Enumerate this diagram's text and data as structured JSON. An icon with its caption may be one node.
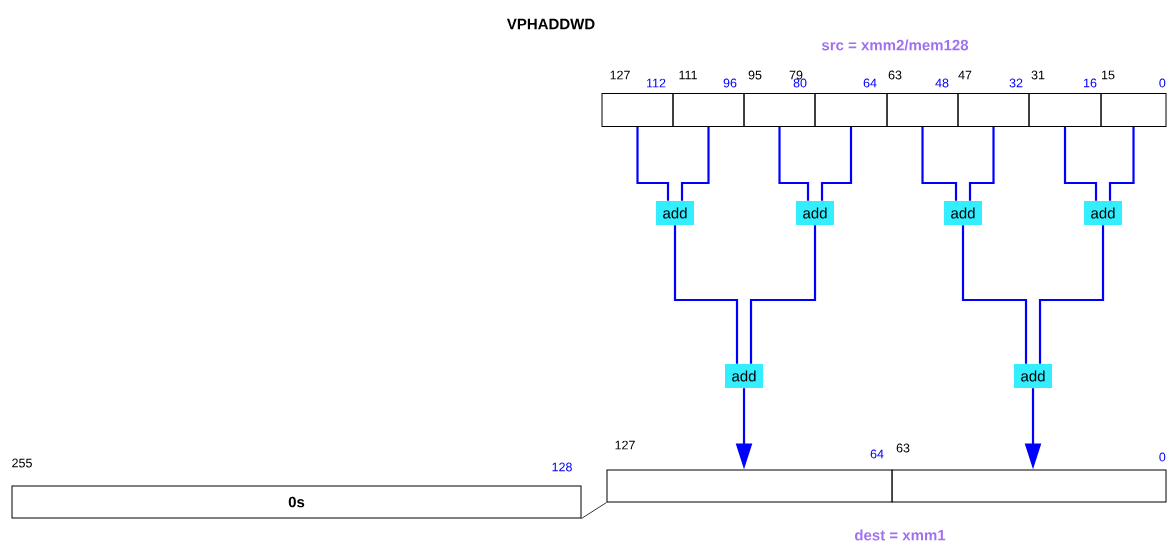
{
  "diagram": {
    "title": "VPHADDWD",
    "nodes": [
      {
        "text": [],
        "shape": "box"
      },
      {
        "text": [],
        "shape": "box"
      },
      {
        "text": [],
        "shape": "box"
      },
      {
        "text": [],
        "shape": "box"
      },
      {
        "text": [],
        "shape": "box"
      },
      {
        "text": [],
        "shape": "box"
      },
      {
        "text": [],
        "shape": "box"
      },
      {
        "text": [],
        "shape": "box"
      },
      {
        "text": [
          "add"
        ]
      },
      {
        "text": [
          "add"
        ]
      },
      {
        "text": [
          "add"
        ]
      },
      {
        "text": [
          "add"
        ]
      },
      {
        "text": [
          "add"
        ]
      },
      {
        "text": [
          "add"
        ]
      },
      {
        "text": [],
        "shape": "box"
      },
      {
        "text": [],
        "shape": "box"
      },
      {
        "text": [
          "0s"
        ]
      }
    ],
    "edges": [
      {
        "from": 0,
        "to": 8,
        "arrow": "none"
      },
      {
        "from": 1,
        "to": 8,
        "arrow": "none"
      },
      {
        "from": 2,
        "to": 9,
        "arrow": "none"
      },
      {
        "from": 3,
        "to": 9,
        "arrow": "none"
      },
      {
        "from": 4,
        "to": 10,
        "arrow": "none"
      },
      {
        "from": 5,
        "to": 10,
        "arrow": "none"
      },
      {
        "from": 6,
        "to": 11,
        "arrow": "none"
      },
      {
        "from": 7,
        "to": 11,
        "arrow": "none"
      },
      {
        "from": 8,
        "to": 12,
        "arrow": "none"
      },
      {
        "from": 9,
        "to": 12,
        "arrow": "none"
      },
      {
        "from": 10,
        "to": 13,
        "arrow": "none"
      },
      {
        "from": 11,
        "to": 13,
        "arrow": "none"
      },
      {
        "from": 12,
        "to": 14,
        "arrow": "to"
      },
      {
        "from": 13,
        "to": 15,
        "arrow": "to"
      },
      {
        "from": 16,
        "to": 14,
        "arrow": "none",
        "color": "#000000"
      }
    ],
    "labels": [
      "src = xmm2/mem128",
      "127",
      "112",
      "111",
      "96",
      "95",
      "80",
      "79",
      "64",
      "63",
      "48",
      "47",
      "32",
      "31",
      "16",
      "15",
      "0",
      "255",
      "128",
      "127",
      "64",
      "63",
      "0",
      "dest = xmm1"
    ]
  }
}
